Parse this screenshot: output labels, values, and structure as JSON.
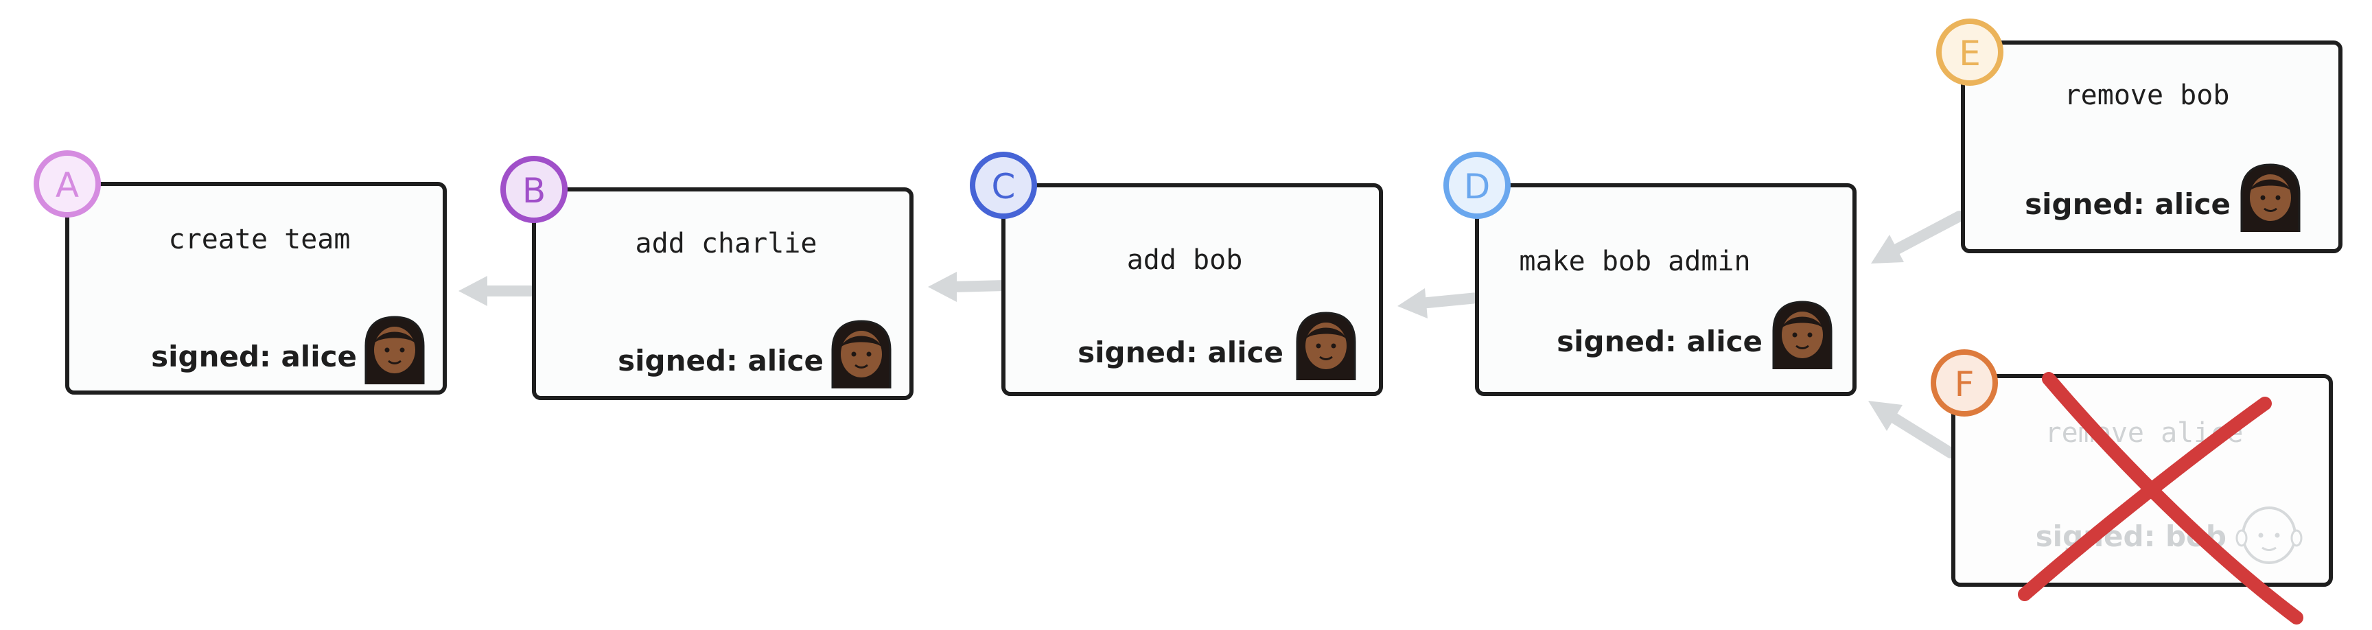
{
  "nodes": [
    {
      "id": "a",
      "badge": "A",
      "action": "create team",
      "signed": "signed: alice",
      "avatar_icon": "woman-dark-skin-icon",
      "badge_stroke": "#d58be0",
      "badge_fill": "#f8e9fb",
      "faded": false
    },
    {
      "id": "b",
      "badge": "B",
      "action": "add charlie",
      "signed": "signed: alice",
      "avatar_icon": "woman-dark-skin-icon",
      "badge_stroke": "#a04fc9",
      "badge_fill": "#f1e3f8",
      "faded": false
    },
    {
      "id": "c",
      "badge": "C",
      "action": "add bob",
      "signed": "signed: alice",
      "avatar_icon": "woman-dark-skin-icon",
      "badge_stroke": "#4664d6",
      "badge_fill": "#e2e7fa",
      "faded": false
    },
    {
      "id": "d",
      "badge": "D",
      "action": "make bob admin",
      "signed": "signed: alice",
      "avatar_icon": "woman-dark-skin-icon",
      "badge_stroke": "#6aa7ee",
      "badge_fill": "#e6f1fd",
      "faded": false
    },
    {
      "id": "e",
      "badge": "E",
      "action": "remove bob",
      "signed": "signed: alice",
      "avatar_icon": "woman-dark-skin-icon",
      "badge_stroke": "#ebb35a",
      "badge_fill": "#fdf3e3",
      "faded": false
    },
    {
      "id": "f",
      "badge": "F",
      "action": "remove alice",
      "signed": "signed: bob",
      "avatar_icon": "bald-man-light-skin-icon",
      "badge_stroke": "#dd7a3c",
      "badge_fill": "#fbeadf",
      "faded": true
    }
  ],
  "edges": [
    {
      "from": "b",
      "to": "a"
    },
    {
      "from": "c",
      "to": "b"
    },
    {
      "from": "d",
      "to": "c"
    },
    {
      "from": "e",
      "to": "d"
    },
    {
      "from": "f",
      "to": "d"
    }
  ],
  "rejected": {
    "node": "f",
    "mark_icon": "red-x-icon",
    "color": "#d23b3b"
  },
  "colors": {
    "card_stroke": "#1e1e1e",
    "arrow": "#d5d8da",
    "faded_text": "#cfd2d4",
    "skin_dark": "#8b5634",
    "hair_dark": "#1f1714",
    "skin_light_outline": "#d6d9db"
  }
}
